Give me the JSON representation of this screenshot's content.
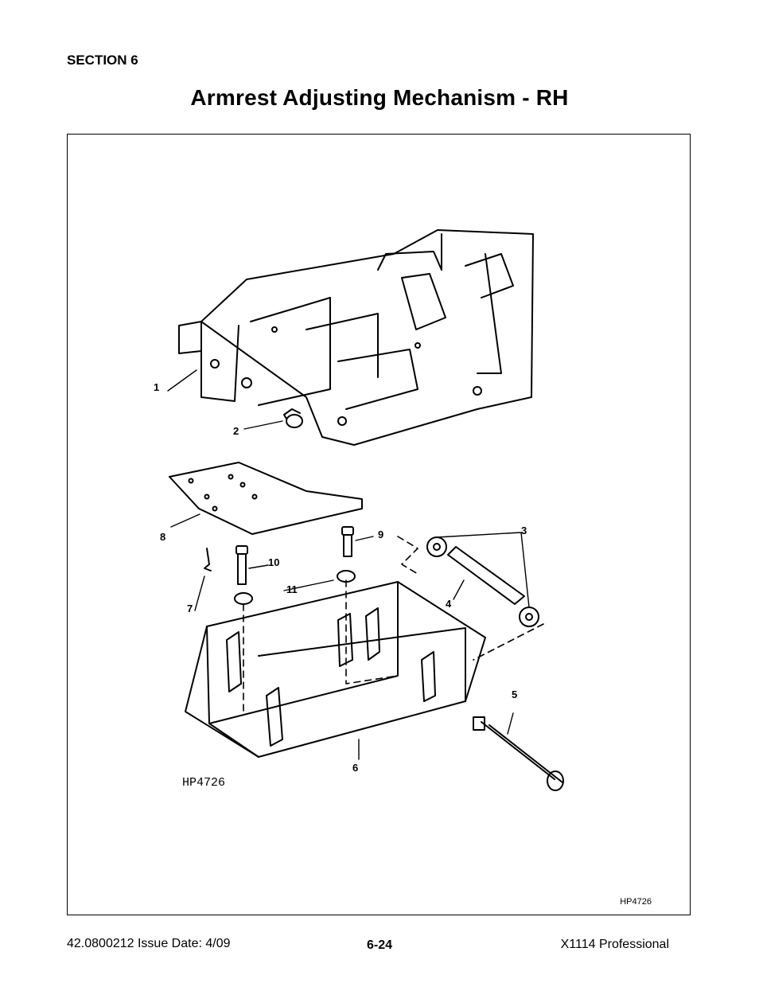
{
  "header": {
    "section_label": "SECTION 6",
    "page_title": "Armrest Adjusting Mechanism - RH"
  },
  "figure": {
    "figure_code_in_drawing": "HP4726",
    "figure_code_corner": "HP4726",
    "callouts": [
      "1",
      "2",
      "3",
      "4",
      "5",
      "6",
      "7",
      "8",
      "9",
      "10",
      "11"
    ]
  },
  "footer": {
    "part_and_date": "42.0800212  Issue Date: 4/09",
    "page_number": "6-24",
    "product": "X1114 Professional"
  }
}
